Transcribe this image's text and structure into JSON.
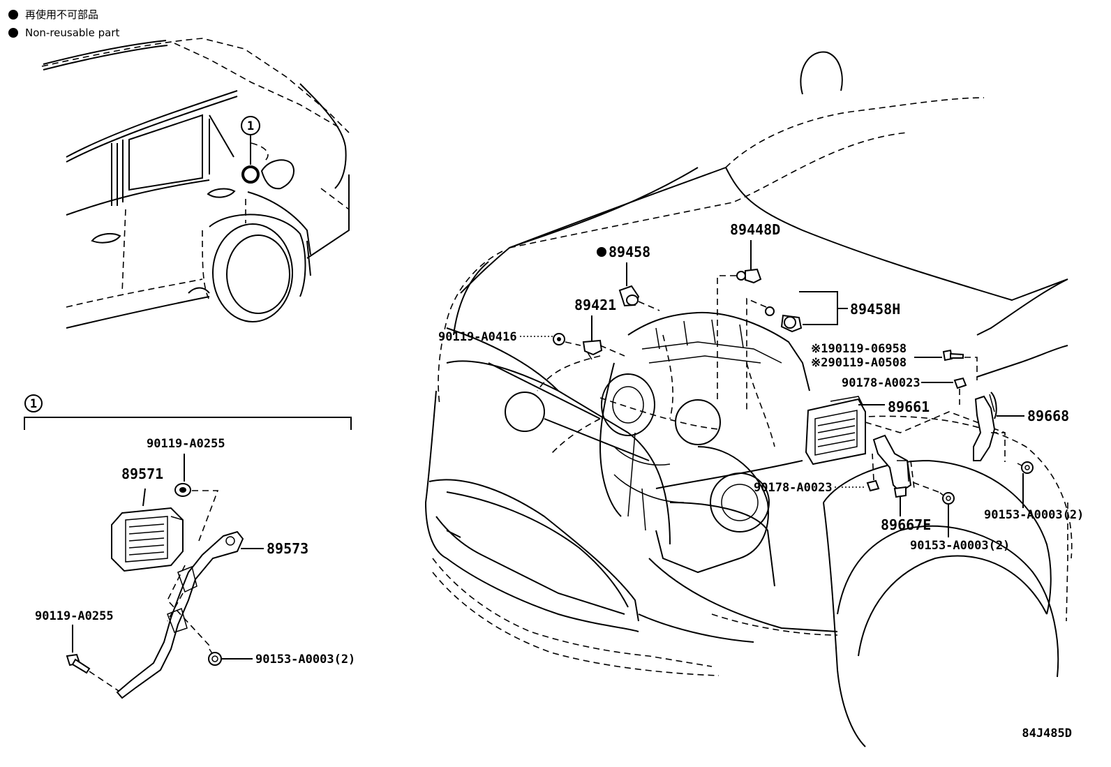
{
  "legend": {
    "jp": "再使用不可部品",
    "en": "Non-reusable part"
  },
  "callout": "1",
  "detail_marker": "1",
  "diagram_code": "84J485D",
  "labels": {
    "p89571": "89571",
    "p89573": "89573",
    "p90119_a0255_top": "90119-A0255",
    "p90119_a0255_left": "90119-A0255",
    "p90153_a0003_left": "90153-A0003(2)",
    "p89458": "89458",
    "p89421": "89421",
    "p89448d": "89448D",
    "p89458h": "89458H",
    "p90119_a0416": "90119-A0416",
    "p90119_06958": "※190119-06958",
    "p90119_a0508": "※290119-A0508",
    "p90178_a0023_top": "90178-A0023",
    "p90178_a0023_mid": "90178-A0023",
    "p89661": "89661",
    "p89668": "89668",
    "p89667e": "89667E",
    "p90153_a0003_mid": "90153-A0003(2)",
    "p90153_a0003_right": "90153-A0003(2)"
  }
}
